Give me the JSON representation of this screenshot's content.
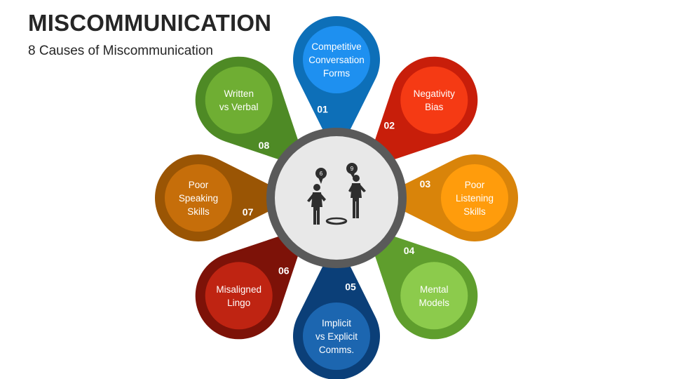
{
  "title": "MISCOMMUNICATION",
  "subtitle": "8 Causes of Miscommunication",
  "center": {
    "bubble_left": "6",
    "bubble_right": "9"
  },
  "causes": [
    {
      "number": "01",
      "lines": [
        "Competitive",
        "Conversation",
        "Forms"
      ],
      "outer": "#0D6FB8",
      "inner": "#1E90F0"
    },
    {
      "number": "02",
      "lines": [
        "Negativity",
        "Bias"
      ],
      "outer": "#C81E0A",
      "inner": "#F53A14"
    },
    {
      "number": "03",
      "lines": [
        "Poor",
        "Listening",
        "Skills"
      ],
      "outer": "#D9840A",
      "inner": "#FF9C0C"
    },
    {
      "number": "04",
      "lines": [
        "Mental",
        "Models"
      ],
      "outer": "#5F9E2D",
      "inner": "#8CCB4C"
    },
    {
      "number": "05",
      "lines": [
        "Implicit",
        "vs Explicit",
        "Comms."
      ],
      "outer": "#0B3F78",
      "inner": "#1C66B0"
    },
    {
      "number": "06",
      "lines": [
        "Misaligned",
        "Lingo"
      ],
      "outer": "#7D1208",
      "inner": "#BF2412"
    },
    {
      "number": "07",
      "lines": [
        "Poor",
        "Speaking",
        "Skills"
      ],
      "outer": "#9A5504",
      "inner": "#C66E0A"
    },
    {
      "number": "08",
      "lines": [
        "Written",
        "vs Verbal"
      ],
      "outer": "#4E8A25",
      "inner": "#6FAE33"
    }
  ]
}
